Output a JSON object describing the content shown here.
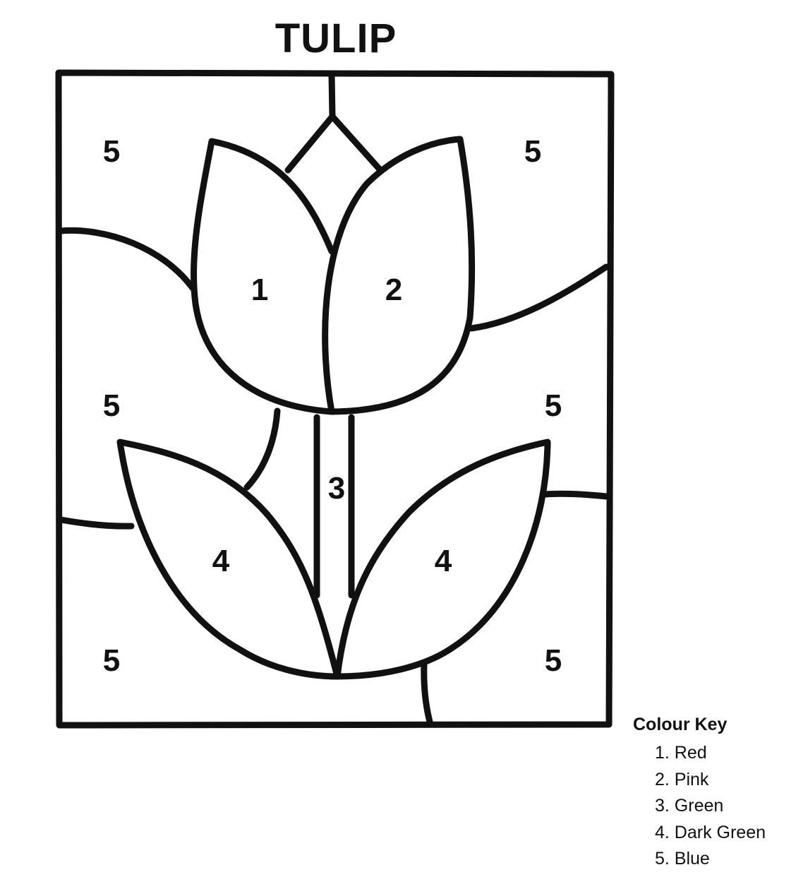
{
  "title": "TULIP",
  "regions": {
    "petal_left": "1",
    "petal_right": "2",
    "stem": "3",
    "leaf_left": "4",
    "leaf_right": "4",
    "bg_top_left": "5",
    "bg_top_right": "5",
    "bg_mid_left": "5",
    "bg_mid_right": "5",
    "bg_bottom_left": "5",
    "bg_bottom_right": "5"
  },
  "colour_key": {
    "heading": "Colour Key",
    "items": [
      "1. Red",
      "2. Pink",
      "3. Green",
      "4. Dark Green",
      "5. Blue"
    ]
  }
}
